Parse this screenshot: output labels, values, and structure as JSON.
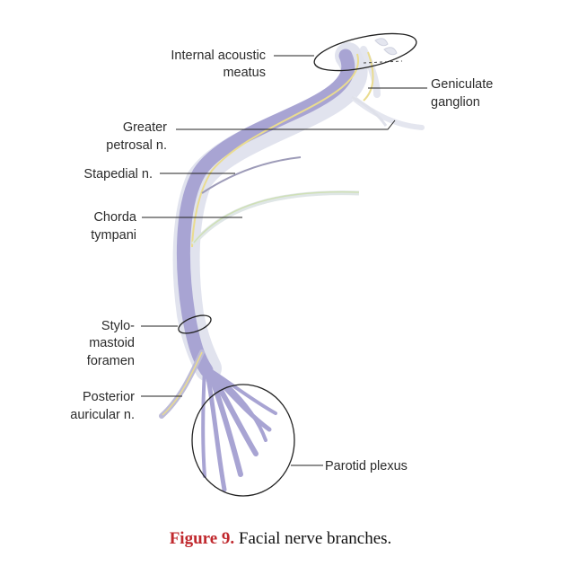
{
  "labels": {
    "internal_acoustic_line1": "Internal acoustic",
    "internal_acoustic_line2": "meatus",
    "geniculate_line1": "Geniculate",
    "geniculate_line2": "ganglion",
    "greater_petrosal_line1": "Greater",
    "greater_petrosal_line2": "petrosal n.",
    "stapedial": "Stapedial n.",
    "chorda_line1": "Chorda",
    "chorda_line2": "tympani",
    "stylo_line1": "Stylo-",
    "stylo_line2": "mastoid",
    "stylo_line3": "foramen",
    "posterior_line1": "Posterior",
    "posterior_line2": "auricular n.",
    "parotid": "Parotid plexus"
  },
  "caption": {
    "figure_number": "Figure 9.",
    "text": "Facial nerve branches."
  },
  "colors": {
    "nerve_purple": "#a8a4d3",
    "nerve_light": "#e1e3ee",
    "nerve_yellow": "#eadc8f",
    "caption_red": "#c0282d"
  }
}
